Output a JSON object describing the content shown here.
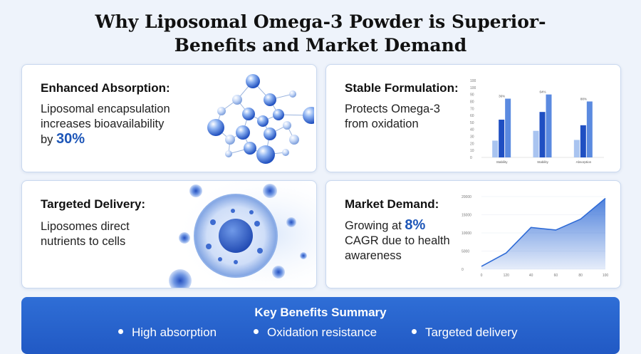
{
  "title": {
    "line1": "Why Liposomal Omega-3 Powder is Superior-",
    "line2": "Benefits and Market Demand"
  },
  "cards": {
    "absorption": {
      "title": "Enhanced Absorption:",
      "line1": "Liposomal encapsulation",
      "line2": "increases bioavailability",
      "line3_prefix": "by ",
      "highlight": "30%"
    },
    "stable": {
      "title": "Stable Formulation:",
      "line1": "Protects Omega-3",
      "line2": "from oxidation"
    },
    "delivery": {
      "title": "Targeted Delivery:",
      "line1": "Liposomes direct",
      "line2": "nutrients to cells"
    },
    "market": {
      "title": "Market Demand:",
      "line1_prefix": "Growing at ",
      "highlight": "8%",
      "line2": "CAGR due to health",
      "line3": "awareness"
    }
  },
  "bar_chart": {
    "y_ticks": [
      "100",
      "100",
      "90",
      "80",
      "70",
      "60",
      "50",
      "40",
      "30",
      "20",
      "10",
      "0"
    ],
    "categories": [
      "Stability",
      "Stability",
      "Absorption"
    ],
    "value_labels": [
      "36%",
      "64%",
      "88%"
    ],
    "colors": [
      "#a9c4f0",
      "#1f4fc2",
      "#5b8ae0"
    ]
  },
  "line_chart": {
    "y_ticks": [
      "20000",
      "15000",
      "10000",
      "5000",
      "0"
    ],
    "x_ticks": [
      "0",
      "120",
      "40",
      "60",
      "80",
      "100"
    ],
    "color": "#2f6bd6"
  },
  "chart_data": [
    {
      "type": "bar",
      "categories": [
        "Stability",
        "Stability",
        "Absorption"
      ],
      "series": [
        {
          "values": [
            24,
            38,
            25
          ]
        },
        {
          "values": [
            54,
            65,
            46
          ]
        },
        {
          "values": [
            84,
            90,
            80
          ]
        }
      ],
      "ylim": [
        0,
        110
      ]
    },
    {
      "type": "area",
      "x": [
        0,
        20,
        40,
        60,
        80,
        100
      ],
      "y": [
        800,
        4500,
        11500,
        10800,
        13800,
        19500
      ],
      "ylim": [
        0,
        20000
      ],
      "xlim": [
        0,
        100
      ]
    }
  ],
  "summary": {
    "title": "Key Benefits Summary",
    "items": [
      "High absorption",
      "Oxidation resistance",
      "Targeted delivery"
    ]
  }
}
